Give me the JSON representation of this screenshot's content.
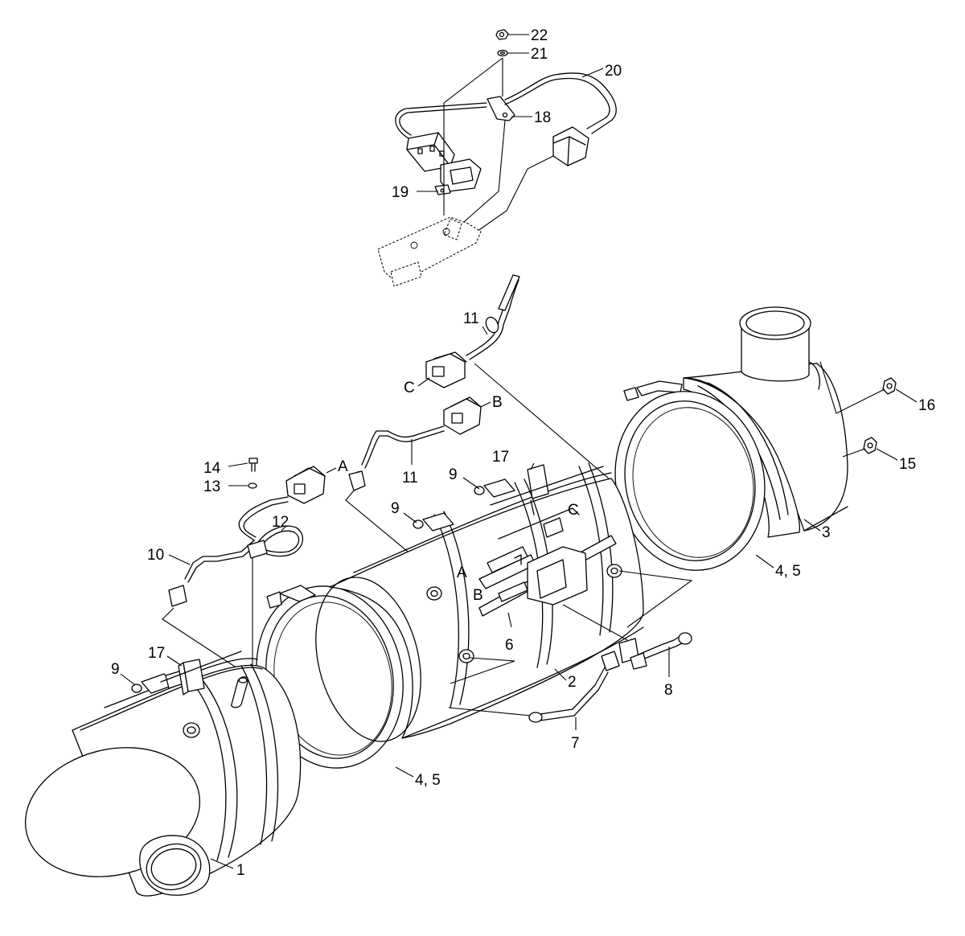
{
  "labels": {
    "l1": "1",
    "l2": "2",
    "l3": "3",
    "l45a": "4, 5",
    "l45b": "4, 5",
    "l6": "6",
    "l7": "7",
    "l8": "8",
    "l9a": "9",
    "l9b": "9",
    "l9c": "9",
    "l10": "10",
    "l11a": "11",
    "l11b": "11",
    "l12": "12",
    "l13": "13",
    "l14": "14",
    "l15": "15",
    "l16": "16",
    "l17a": "17",
    "l17b": "17",
    "l18": "18",
    "l19": "19",
    "l20": "20",
    "l21": "21",
    "l22": "22",
    "cA1": "A",
    "cA2": "A",
    "cB1": "B",
    "cB2": "B",
    "cC1": "C",
    "cC2": "C"
  },
  "colors": {
    "line": "#000000",
    "background": "#ffffff"
  }
}
